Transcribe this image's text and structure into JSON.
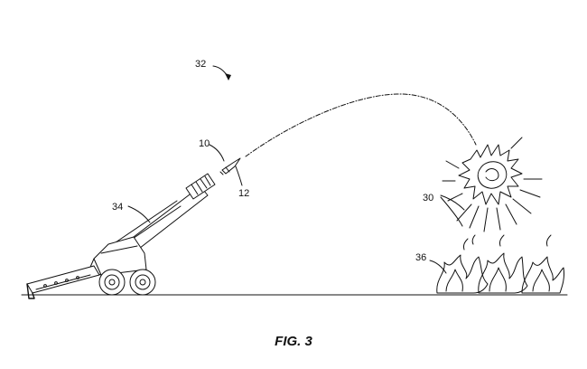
{
  "figure": {
    "caption": "FIG. 3",
    "labels": {
      "trajectory": "32",
      "projectile": "10",
      "projectile_tip": "12",
      "artillery": "34",
      "explosion": "30",
      "fire": "36"
    }
  }
}
